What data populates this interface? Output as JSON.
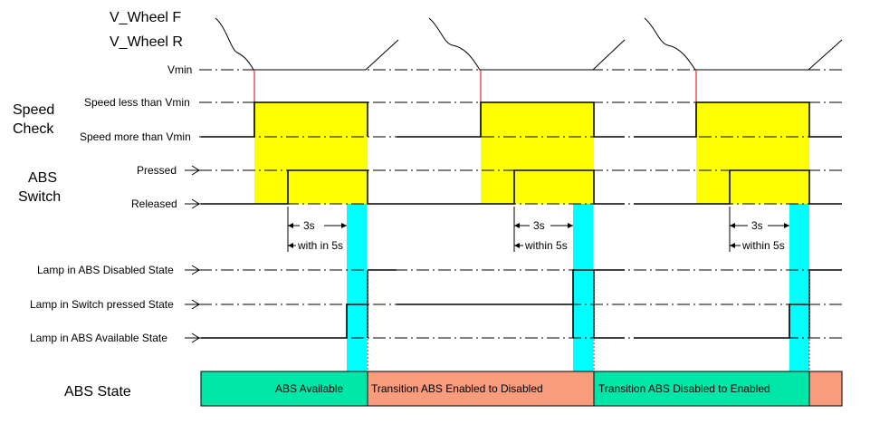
{
  "wheel_labels": {
    "front": "V_Wheel F",
    "rear": "V_Wheel R"
  },
  "signal_labels": {
    "vmin": "Vmin",
    "speed_less": "Speed less than Vmin",
    "speed_more": "Speed more than Vmin",
    "pressed": "Pressed",
    "released": "Released",
    "lamp_disabled": "Lamp in ABS Disabled State",
    "lamp_pressed": "Lamp in Switch pressed State",
    "lamp_available": "Lamp in ABS Available State"
  },
  "group_labels": {
    "speed_check_1": "Speed",
    "speed_check_2": "Check",
    "abs_switch_1": "ABS",
    "abs_switch_2": "Switch",
    "abs_state": "ABS State"
  },
  "timing_annotations": [
    {
      "three_s": "3s",
      "within": "with in 5s"
    },
    {
      "three_s": "3s",
      "within": "within 5s"
    },
    {
      "three_s": "3s",
      "within": "within 5s"
    }
  ],
  "abs_states": [
    {
      "label": "ABS Available",
      "color": "#00e6a8"
    },
    {
      "label": "Transition ABS Enabled to Disabled",
      "color": "#f99b7d"
    },
    {
      "label": "Transition ABS Disabled  to Enabled",
      "color": "#00e6a8"
    },
    {
      "label": "",
      "color": "#f99b7d"
    }
  ],
  "colors": {
    "speed_window": "#ffff00",
    "lamp_window": "#00ffff",
    "marker_red": "#e00000",
    "line": "#000000"
  }
}
